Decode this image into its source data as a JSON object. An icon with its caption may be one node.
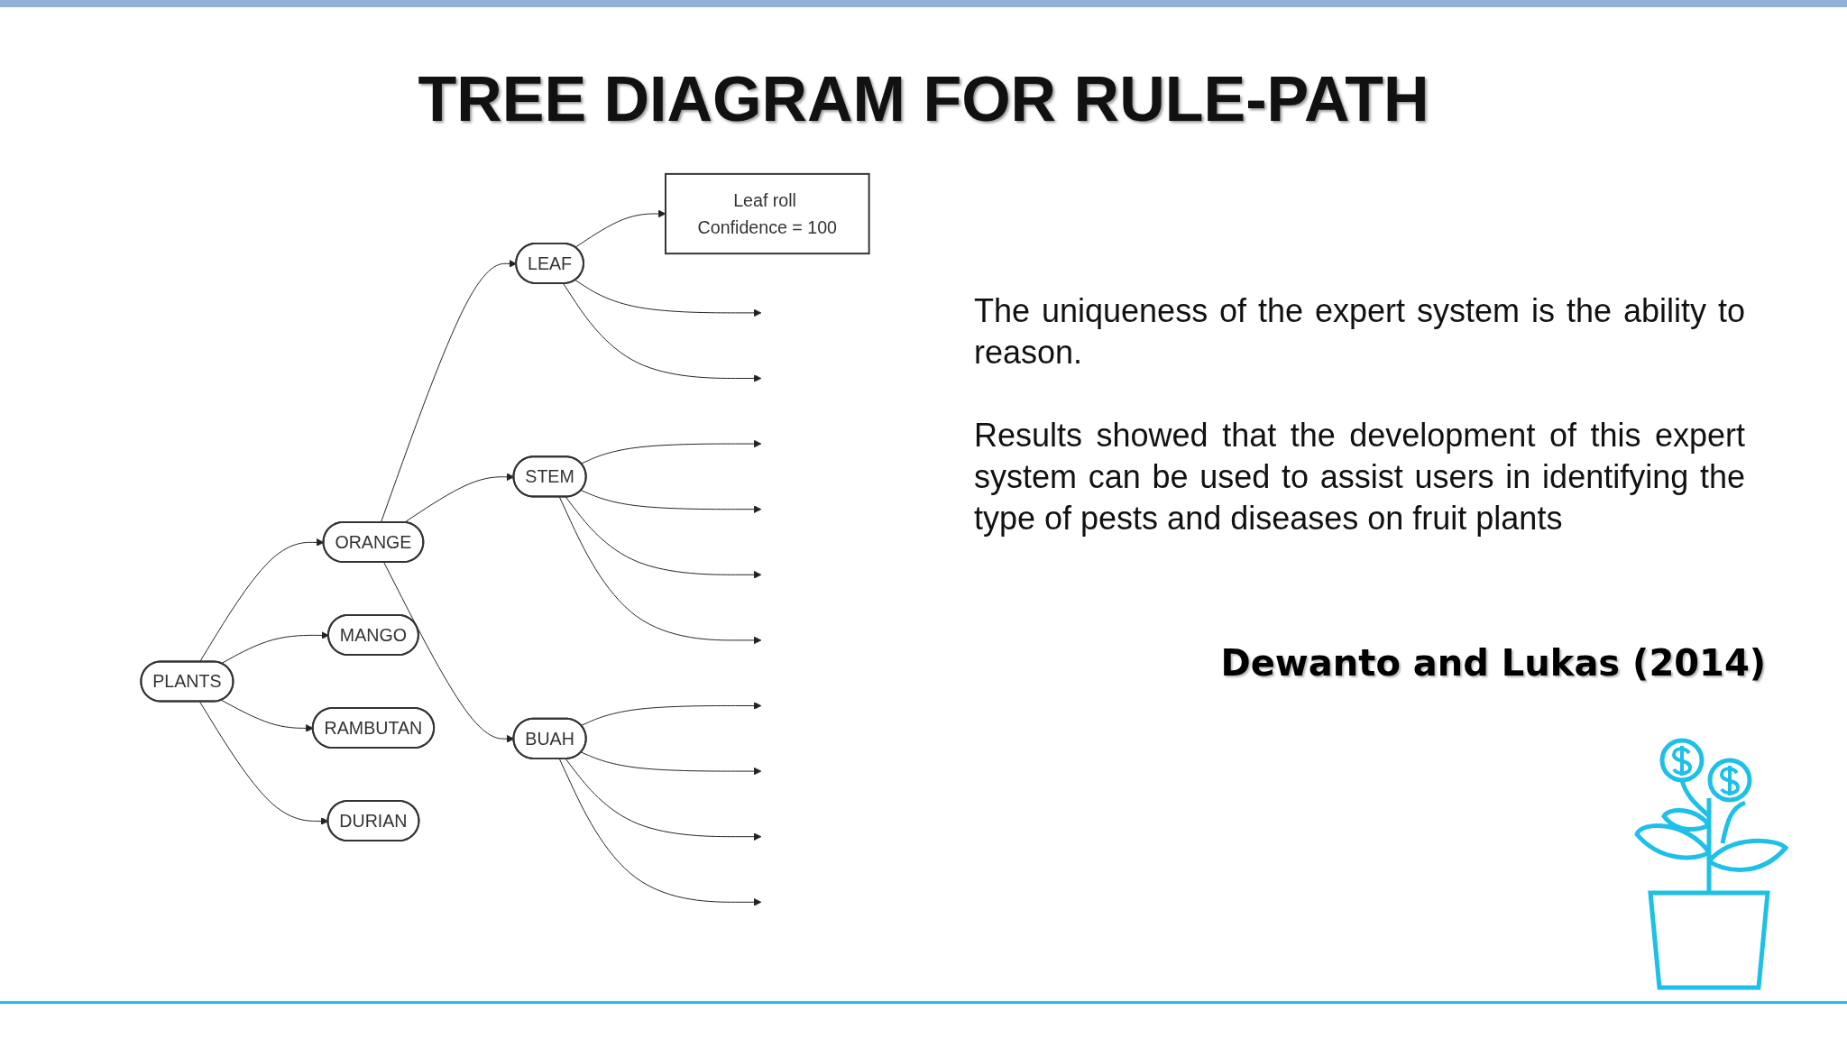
{
  "diagram": {
    "title": "TREE DIAGRAM FOR RULE-PATH",
    "nodes": [
      {
        "text": [
          "PLANTS"
        ]
      },
      {
        "text": [
          "ORANGE"
        ]
      },
      {
        "text": [
          "MANGO"
        ]
      },
      {
        "text": [
          "RAMBUTAN"
        ]
      },
      {
        "text": [
          "DURIAN"
        ]
      },
      {
        "text": [
          "LEAF"
        ]
      },
      {
        "text": [
          "STEM"
        ]
      },
      {
        "text": [
          "BUAH"
        ]
      },
      {
        "text": [
          "Leaf roll Confidence = 100"
        ]
      }
    ],
    "edges": [
      {
        "from": 0,
        "to": 1,
        "arrow": "to"
      },
      {
        "from": 0,
        "to": 2,
        "arrow": "to"
      },
      {
        "from": 0,
        "to": 3,
        "arrow": "to"
      },
      {
        "from": 0,
        "to": 4,
        "arrow": "to"
      },
      {
        "from": 1,
        "to": 5,
        "arrow": "to"
      },
      {
        "from": 1,
        "to": 6,
        "arrow": "to"
      },
      {
        "from": 1,
        "to": 7,
        "arrow": "to"
      },
      {
        "from": 5,
        "to": 8,
        "arrow": "to"
      },
      {
        "from": 5,
        "to": null,
        "arrow": "to"
      },
      {
        "from": 5,
        "to": null,
        "arrow": "to"
      },
      {
        "from": 6,
        "to": null,
        "arrow": "to"
      },
      {
        "from": 6,
        "to": null,
        "arrow": "to"
      },
      {
        "from": 6,
        "to": null,
        "arrow": "to"
      },
      {
        "from": 6,
        "to": null,
        "arrow": "to"
      },
      {
        "from": 7,
        "to": null,
        "arrow": "to"
      },
      {
        "from": 7,
        "to": null,
        "arrow": "to"
      },
      {
        "from": 7,
        "to": null,
        "arrow": "to"
      },
      {
        "from": 7,
        "to": null,
        "arrow": "to"
      }
    ],
    "labels": [
      "The uniqueness of the expert system is the ability to reason.",
      "Results showed that the development of this expert system can be used to assist users in identifying the type of pests and diseases on fruit plants",
      "Dewanto and Lukas (2014)"
    ]
  }
}
